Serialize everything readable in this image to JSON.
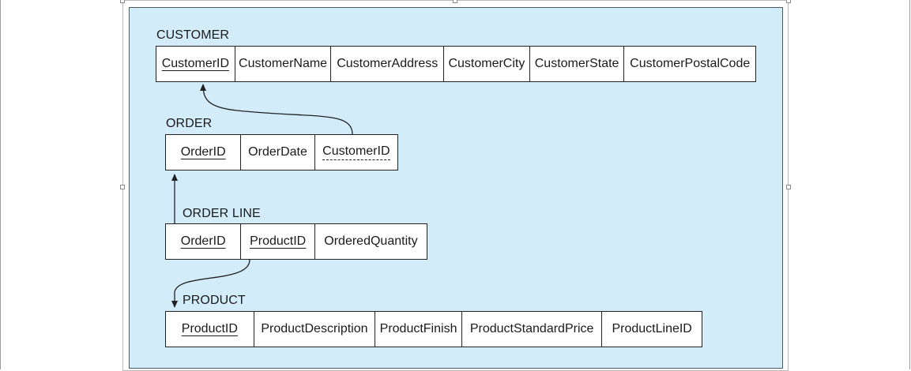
{
  "colors": {
    "panel_background": "#d3ecf9",
    "table_background": "#ffffff",
    "line": "#222222"
  },
  "diagram": {
    "customer": {
      "title": "CUSTOMER",
      "fields": [
        "CustomerID",
        "CustomerName",
        "CustomerAddress",
        "CustomerCity",
        "CustomerState",
        "CustomerPostalCode"
      ],
      "primary_key": [
        "CustomerID"
      ]
    },
    "order": {
      "title": "ORDER",
      "fields": [
        "OrderID",
        "OrderDate",
        "CustomerID"
      ],
      "primary_key": [
        "OrderID"
      ],
      "foreign_key": [
        "CustomerID"
      ]
    },
    "order_line": {
      "title": "ORDER LINE",
      "fields": [
        "OrderID",
        "ProductID",
        "OrderedQuantity"
      ],
      "primary_key": [
        "OrderID",
        "ProductID"
      ]
    },
    "product": {
      "title": "PRODUCT",
      "fields": [
        "ProductID",
        "ProductDescription",
        "ProductFinish",
        "ProductStandardPrice",
        "ProductLineID"
      ],
      "primary_key": [
        "ProductID"
      ]
    }
  }
}
